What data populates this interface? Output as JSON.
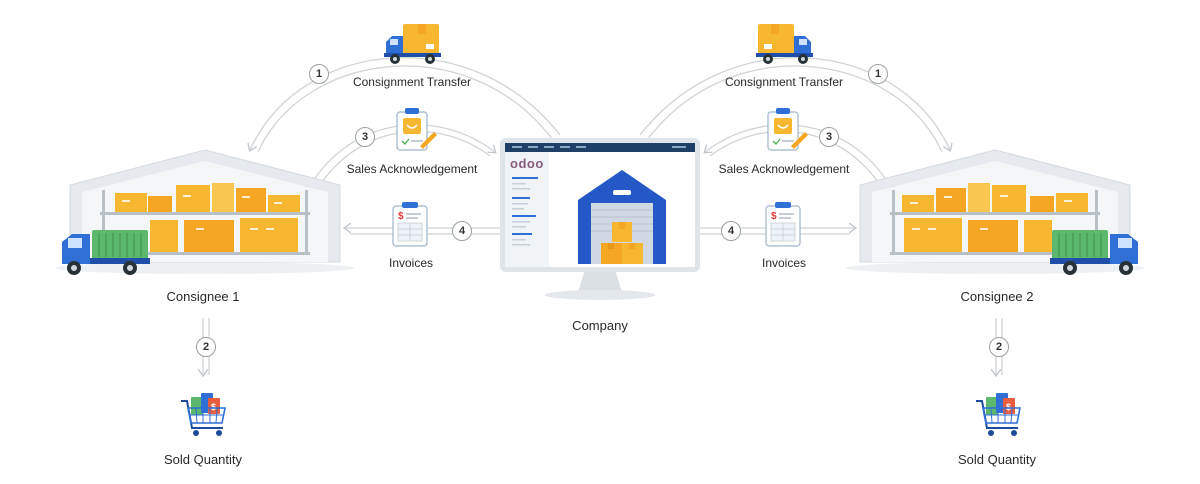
{
  "brand": "odoo",
  "nodes": {
    "consignee_left": "Consignee 1",
    "consignee_right": "Consignee 2",
    "company": "Company",
    "sold_left": "Sold Quantity",
    "sold_right": "Sold Quantity"
  },
  "flows": {
    "transfer_left": "Consignment Transfer",
    "transfer_right": "Consignment Transfer",
    "ack_left": "Sales Acknowledgement",
    "ack_right": "Sales Acknowledgement",
    "invoice_left": "Invoices",
    "invoice_right": "Invoices"
  },
  "steps": {
    "transfer_left": "1",
    "transfer_right": "1",
    "sold_left": "2",
    "sold_right": "2",
    "ack_left": "3",
    "ack_right": "3",
    "invoice_left": "4",
    "invoice_right": "4"
  },
  "colors": {
    "arrow": "#c9cdd2",
    "warehouse": "#e4e8ec",
    "box": "#f7b731",
    "truck_blue": "#2f6fd6",
    "container_green": "#59b36b",
    "odoo_purple": "#875a7b"
  }
}
